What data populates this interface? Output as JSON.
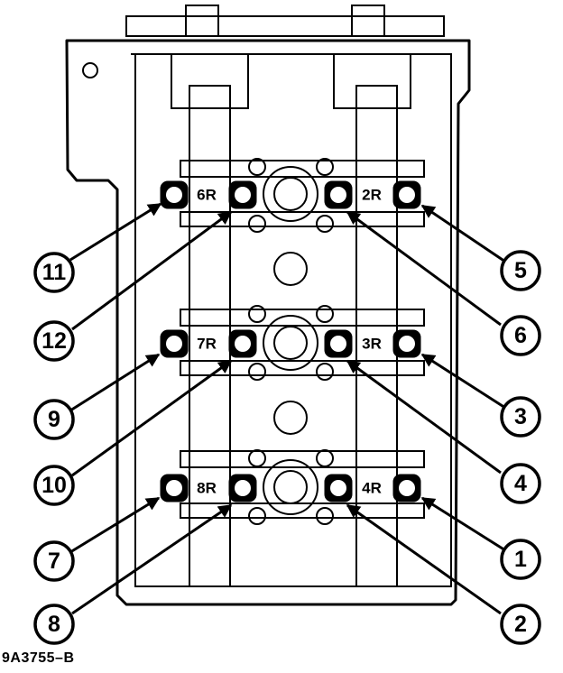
{
  "figure_id": "9A3755–B",
  "cap_labels": [
    "6R",
    "2R",
    "7R",
    "3R",
    "8R",
    "4R"
  ],
  "callouts": [
    "11",
    "12",
    "5",
    "6",
    "9",
    "10",
    "3",
    "4",
    "7",
    "8",
    "1",
    "2"
  ]
}
